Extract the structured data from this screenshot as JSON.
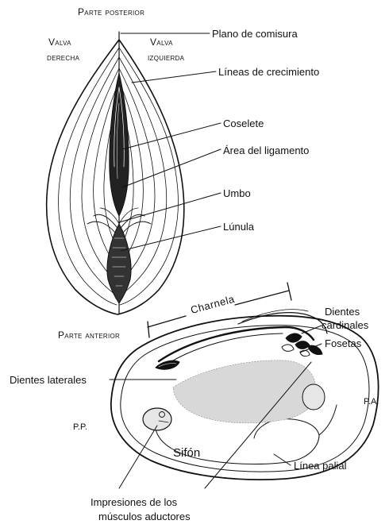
{
  "labels": {
    "parte_posterior": "Parte posterior",
    "valva_derecha_1": "Valva",
    "valva_derecha_2": "derecha",
    "valva_izquierda_1": "Valva",
    "valva_izquierda_2": "izquierda",
    "plano_comisura": "Plano de comisura",
    "lineas_crecimiento": "Líneas de crecimiento",
    "coselete": "Coselete",
    "area_ligamento": "Área del ligamento",
    "umbo": "Umbo",
    "lunula": "Lúnula",
    "parte_anterior": "Parte anterior",
    "charnela": "Charnela",
    "dientes_cardinales_1": "Dientes",
    "dientes_cardinales_2": "cardinales",
    "fosetas": "Fosetas",
    "dientes_laterales": "Dientes laterales",
    "pp": "P.P.",
    "pa": "P.A.",
    "sifon": "Sifón",
    "linea_palial": "Línea palial",
    "impresiones_1": "Impresiones de los",
    "impresiones_2": "músculos aductores"
  },
  "colors": {
    "ink": "#111111",
    "background": "#ffffff"
  }
}
